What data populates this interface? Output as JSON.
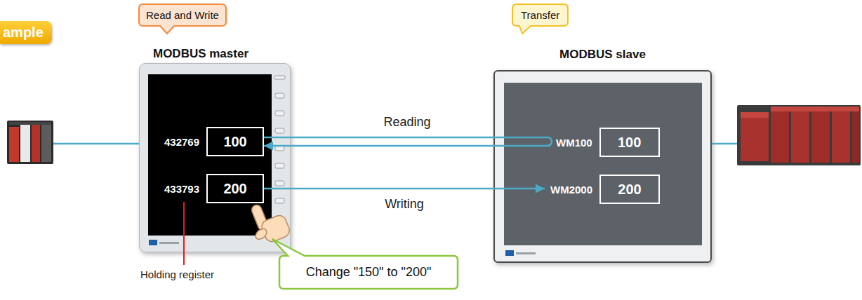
{
  "diagram": {
    "nodes": [
      {
        "text": [
          "ample"
        ]
      },
      {
        "text": [
          "Read and Write"
        ]
      },
      {
        "text": [
          "MODBUS master"
        ]
      },
      {
        "text": [
          "432769",
          "100"
        ],
        "in": 2
      },
      {
        "text": [
          "433793",
          "200"
        ],
        "in": 2
      },
      {
        "text": [
          "Transfer"
        ]
      },
      {
        "text": [
          "MODBUS slave"
        ]
      },
      {
        "text": [
          "WM100",
          "100"
        ],
        "in": 6
      },
      {
        "text": [
          "WM2000",
          "200"
        ],
        "in": 6
      },
      {
        "text": [
          "Change \"150\" to \"200\""
        ]
      }
    ],
    "edges": [
      {
        "from": 7,
        "to": 3,
        "arrow": "to",
        "label": "Reading"
      },
      {
        "from": 4,
        "to": 8,
        "arrow": "to",
        "label": "Writing"
      }
    ],
    "labels": [
      "Holding register"
    ]
  }
}
